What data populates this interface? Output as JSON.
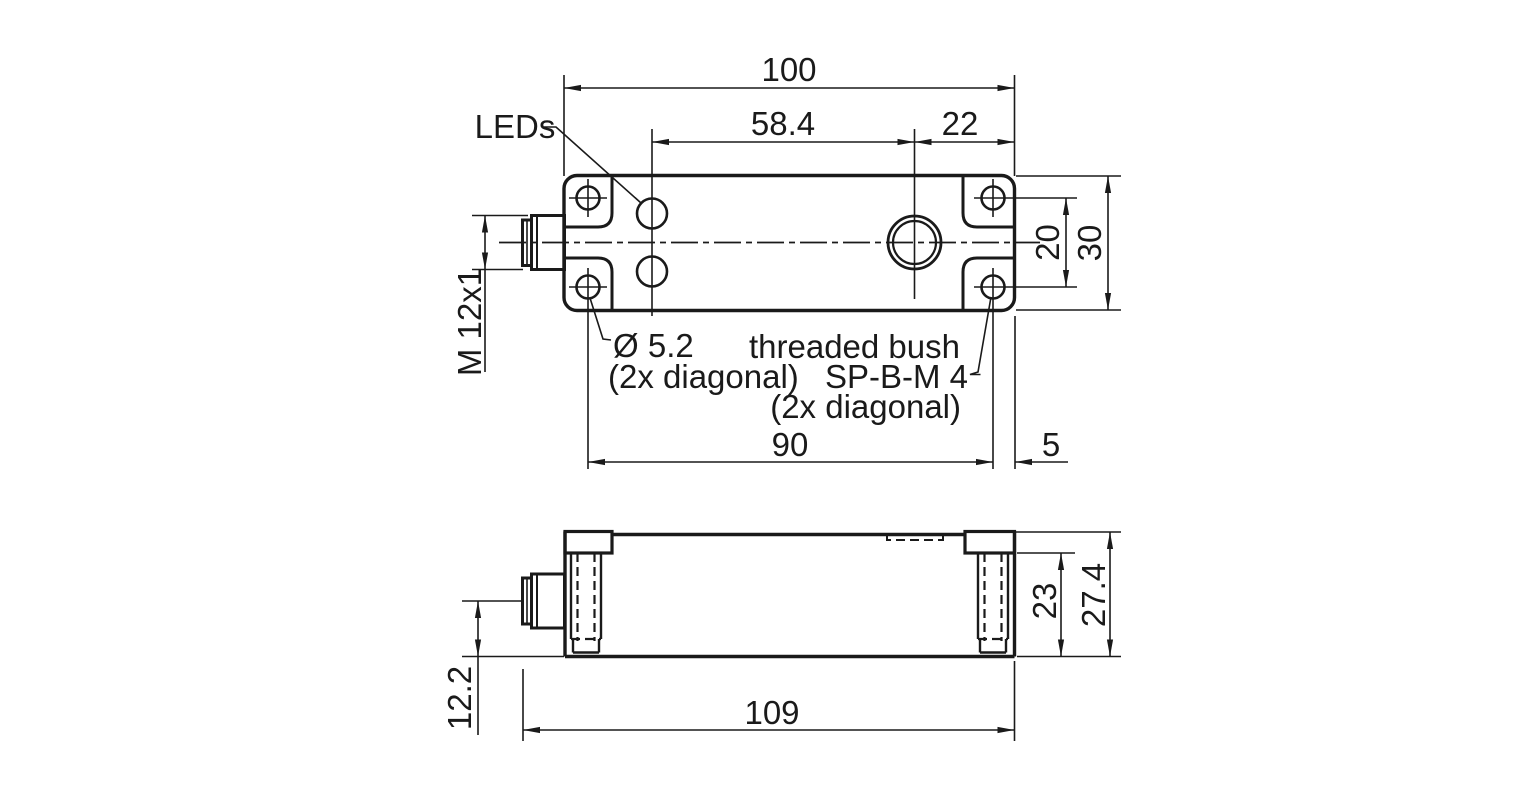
{
  "drawing": {
    "background": "#ffffff",
    "line_color": "#1a1a1a",
    "top_view": {
      "dim_overall_length": "100",
      "dim_led_to_face": "58.4",
      "dim_face_to_end": "22",
      "dim_hole_spacing_vertical": "20",
      "dim_width": "30",
      "dim_hole_spacing_horizontal": "90",
      "dim_hole_to_edge": "5",
      "dim_connector_thread": "M 12x1",
      "label_leds": "LEDs",
      "label_hole_dia": "Ø 5.2",
      "label_hole_note": "(2x diagonal)",
      "label_bush_1": "threaded bush",
      "label_bush_2": "SP-B-M 4",
      "label_bush_3": "(2x diagonal)"
    },
    "side_view": {
      "dim_connector_height": "12.2",
      "dim_body_height": "23",
      "dim_total_height": "27.4",
      "dim_total_length": "109"
    }
  }
}
